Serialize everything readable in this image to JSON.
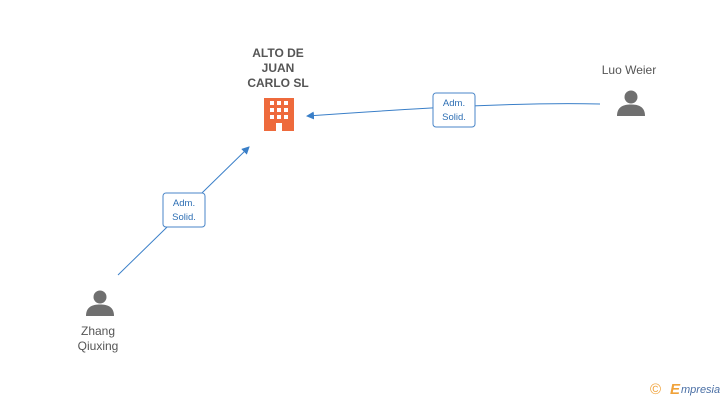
{
  "company": {
    "name_lines": [
      "ALTO DE",
      "JUAN",
      "CARLO SL"
    ],
    "icon": "building-icon",
    "color": "#ee6a3c"
  },
  "people": [
    {
      "id": "luo",
      "name_lines": [
        "Luo Weier"
      ],
      "icon": "person-icon"
    },
    {
      "id": "zhang",
      "name_lines": [
        "Zhang",
        "Qiuxing"
      ],
      "icon": "person-icon"
    }
  ],
  "edges": [
    {
      "from": "luo",
      "to": "company",
      "label_lines": [
        "Adm.",
        "Solid."
      ]
    },
    {
      "from": "zhang",
      "to": "company",
      "label_lines": [
        "Adm.",
        "Solid."
      ]
    }
  ],
  "watermark": {
    "copyright_symbol": "©",
    "brand_initial": "E",
    "brand_rest": "mpresia"
  },
  "colors": {
    "edge": "#3a7fc8",
    "person": "#6f6f6f",
    "text": "#555555",
    "brand": "#f0a23a"
  }
}
